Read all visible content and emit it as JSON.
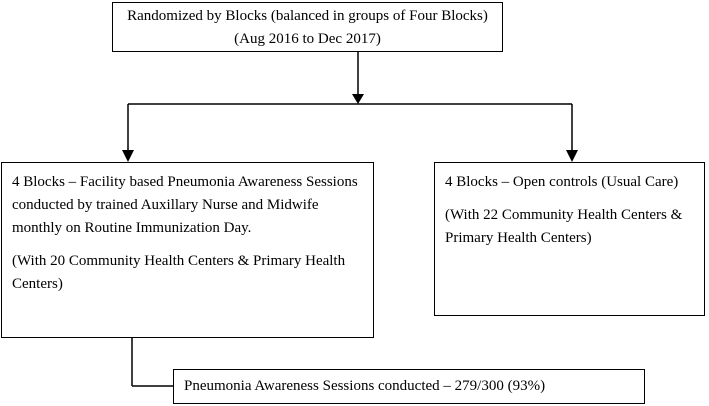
{
  "top_box": {
    "line1": "Randomized by Blocks (balanced in groups of Four Blocks)",
    "line2": "(Aug 2016 to Dec 2017)"
  },
  "left_box": {
    "paragraph1": "4 Blocks – Facility based Pneumonia Awareness Sessions conducted by trained Auxillary Nurse and Midwife monthly on Routine Immunization Day.",
    "paragraph2": "(With 20 Community Health Centers & Primary Health Centers)"
  },
  "right_box": {
    "paragraph1": "4 Blocks – Open controls (Usual Care)",
    "paragraph2": "(With 22 Community Health Centers & Primary Health Centers)"
  },
  "bottom_box": {
    "text": "Pneumonia Awareness Sessions conducted – 279/300 (93%)"
  },
  "colors": {
    "line": "#000000",
    "background": "#ffffff"
  }
}
